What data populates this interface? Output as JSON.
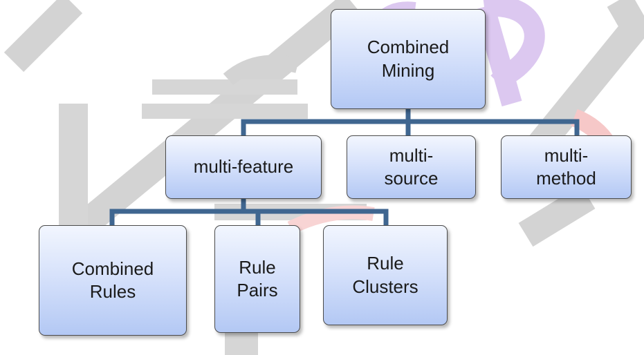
{
  "diagram": {
    "root": "Combined\nMining",
    "level1": [
      "multi-feature",
      "multi-\nsource",
      "multi-\nmethod"
    ],
    "level2": [
      "Combined\nRules",
      "Rule\nPairs",
      "Rule\nClusters"
    ]
  },
  "colors": {
    "connector": "#3f6690",
    "node_border": "#4a4a4a",
    "node_fill_top": "#f2f6fe",
    "node_fill_bottom": "#b3c8f4",
    "watermark_gray": "#d3d3d3",
    "watermark_purple": "#dcc8f0",
    "watermark_red": "#f6c8c8"
  }
}
